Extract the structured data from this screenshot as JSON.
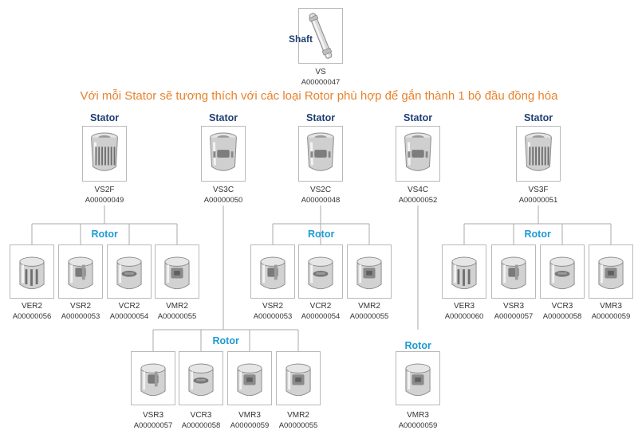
{
  "note": "Với mỗi Stator sẽ tương thích với các loại Rotor phù hợp để gắn thành 1 bộ đầu đồng hóa",
  "labels": {
    "shaft": "Shaft",
    "stator": "Stator",
    "rotor": "Rotor"
  },
  "shaft": {
    "name": "VS",
    "code": "A00000047",
    "icon": "shaft-icon"
  },
  "stators": [
    {
      "name": "VS2F",
      "code": "A00000049",
      "icon": "slotted-stator-icon"
    },
    {
      "name": "VS3C",
      "code": "A00000050",
      "icon": "stator-icon"
    },
    {
      "name": "VS2C",
      "code": "A00000048",
      "icon": "stator-icon"
    },
    {
      "name": "VS4C",
      "code": "A00000052",
      "icon": "stator-icon"
    },
    {
      "name": "VS3F",
      "code": "A00000051",
      "icon": "slotted-stator-icon"
    }
  ],
  "rotor_groups": [
    {
      "stator": "VS2F",
      "rotors": [
        {
          "name": "VER2",
          "code": "A00000056"
        },
        {
          "name": "VSR2",
          "code": "A00000053"
        },
        {
          "name": "VCR2",
          "code": "A00000054"
        },
        {
          "name": "VMR2",
          "code": "A00000055"
        }
      ]
    },
    {
      "stator": "VS3C",
      "rotors": [
        {
          "name": "VSR3",
          "code": "A00000057"
        },
        {
          "name": "VCR3",
          "code": "A00000058"
        },
        {
          "name": "VMR3",
          "code": "A00000059"
        },
        {
          "name": "VMR2",
          "code": "A00000055"
        }
      ]
    },
    {
      "stator": "VS2C",
      "rotors": [
        {
          "name": "VSR2",
          "code": "A00000053"
        },
        {
          "name": "VCR2",
          "code": "A00000054"
        },
        {
          "name": "VMR2",
          "code": "A00000055"
        }
      ]
    },
    {
      "stator": "VS4C",
      "rotors": [
        {
          "name": "VMR3",
          "code": "A00000059"
        }
      ]
    },
    {
      "stator": "VS3F",
      "rotors": [
        {
          "name": "VER3",
          "code": "A00000060"
        },
        {
          "name": "VSR3",
          "code": "A00000057"
        },
        {
          "name": "VCR3",
          "code": "A00000058"
        },
        {
          "name": "VMR3",
          "code": "A00000059"
        }
      ]
    }
  ],
  "colors": {
    "stator_label": "#1f3f72",
    "rotor_label": "#1d9bd4",
    "note": "#e8822d",
    "connector": "#aaaaaa",
    "box_border": "#b9b9b9"
  }
}
